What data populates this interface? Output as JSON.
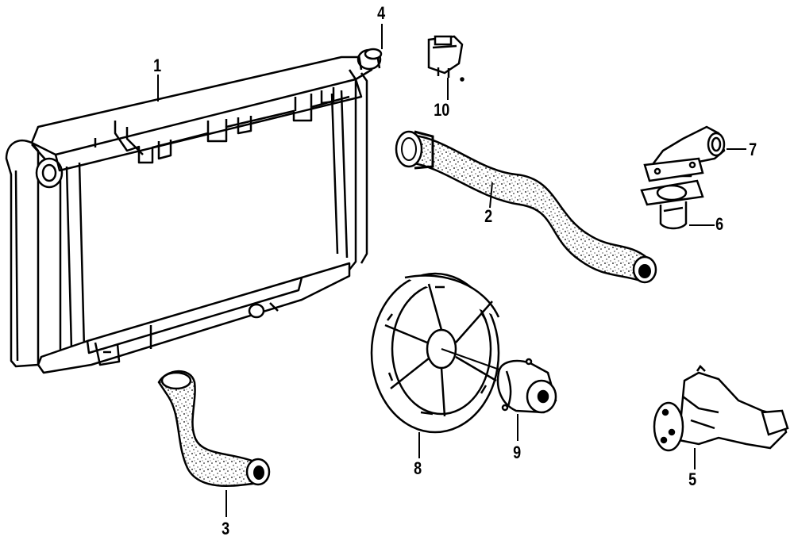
{
  "diagram": {
    "callouts": {
      "radiator": "1",
      "upper_hose": "2",
      "lower_hose": "3",
      "radiator_cap": "4",
      "water_pump": "5",
      "thermostat": "6",
      "thermostat_housing": "7",
      "fan": "8",
      "fan_clutch": "9",
      "sensor": "10"
    },
    "colors": {
      "ink": "#000000",
      "paper": "#ffffff"
    }
  }
}
